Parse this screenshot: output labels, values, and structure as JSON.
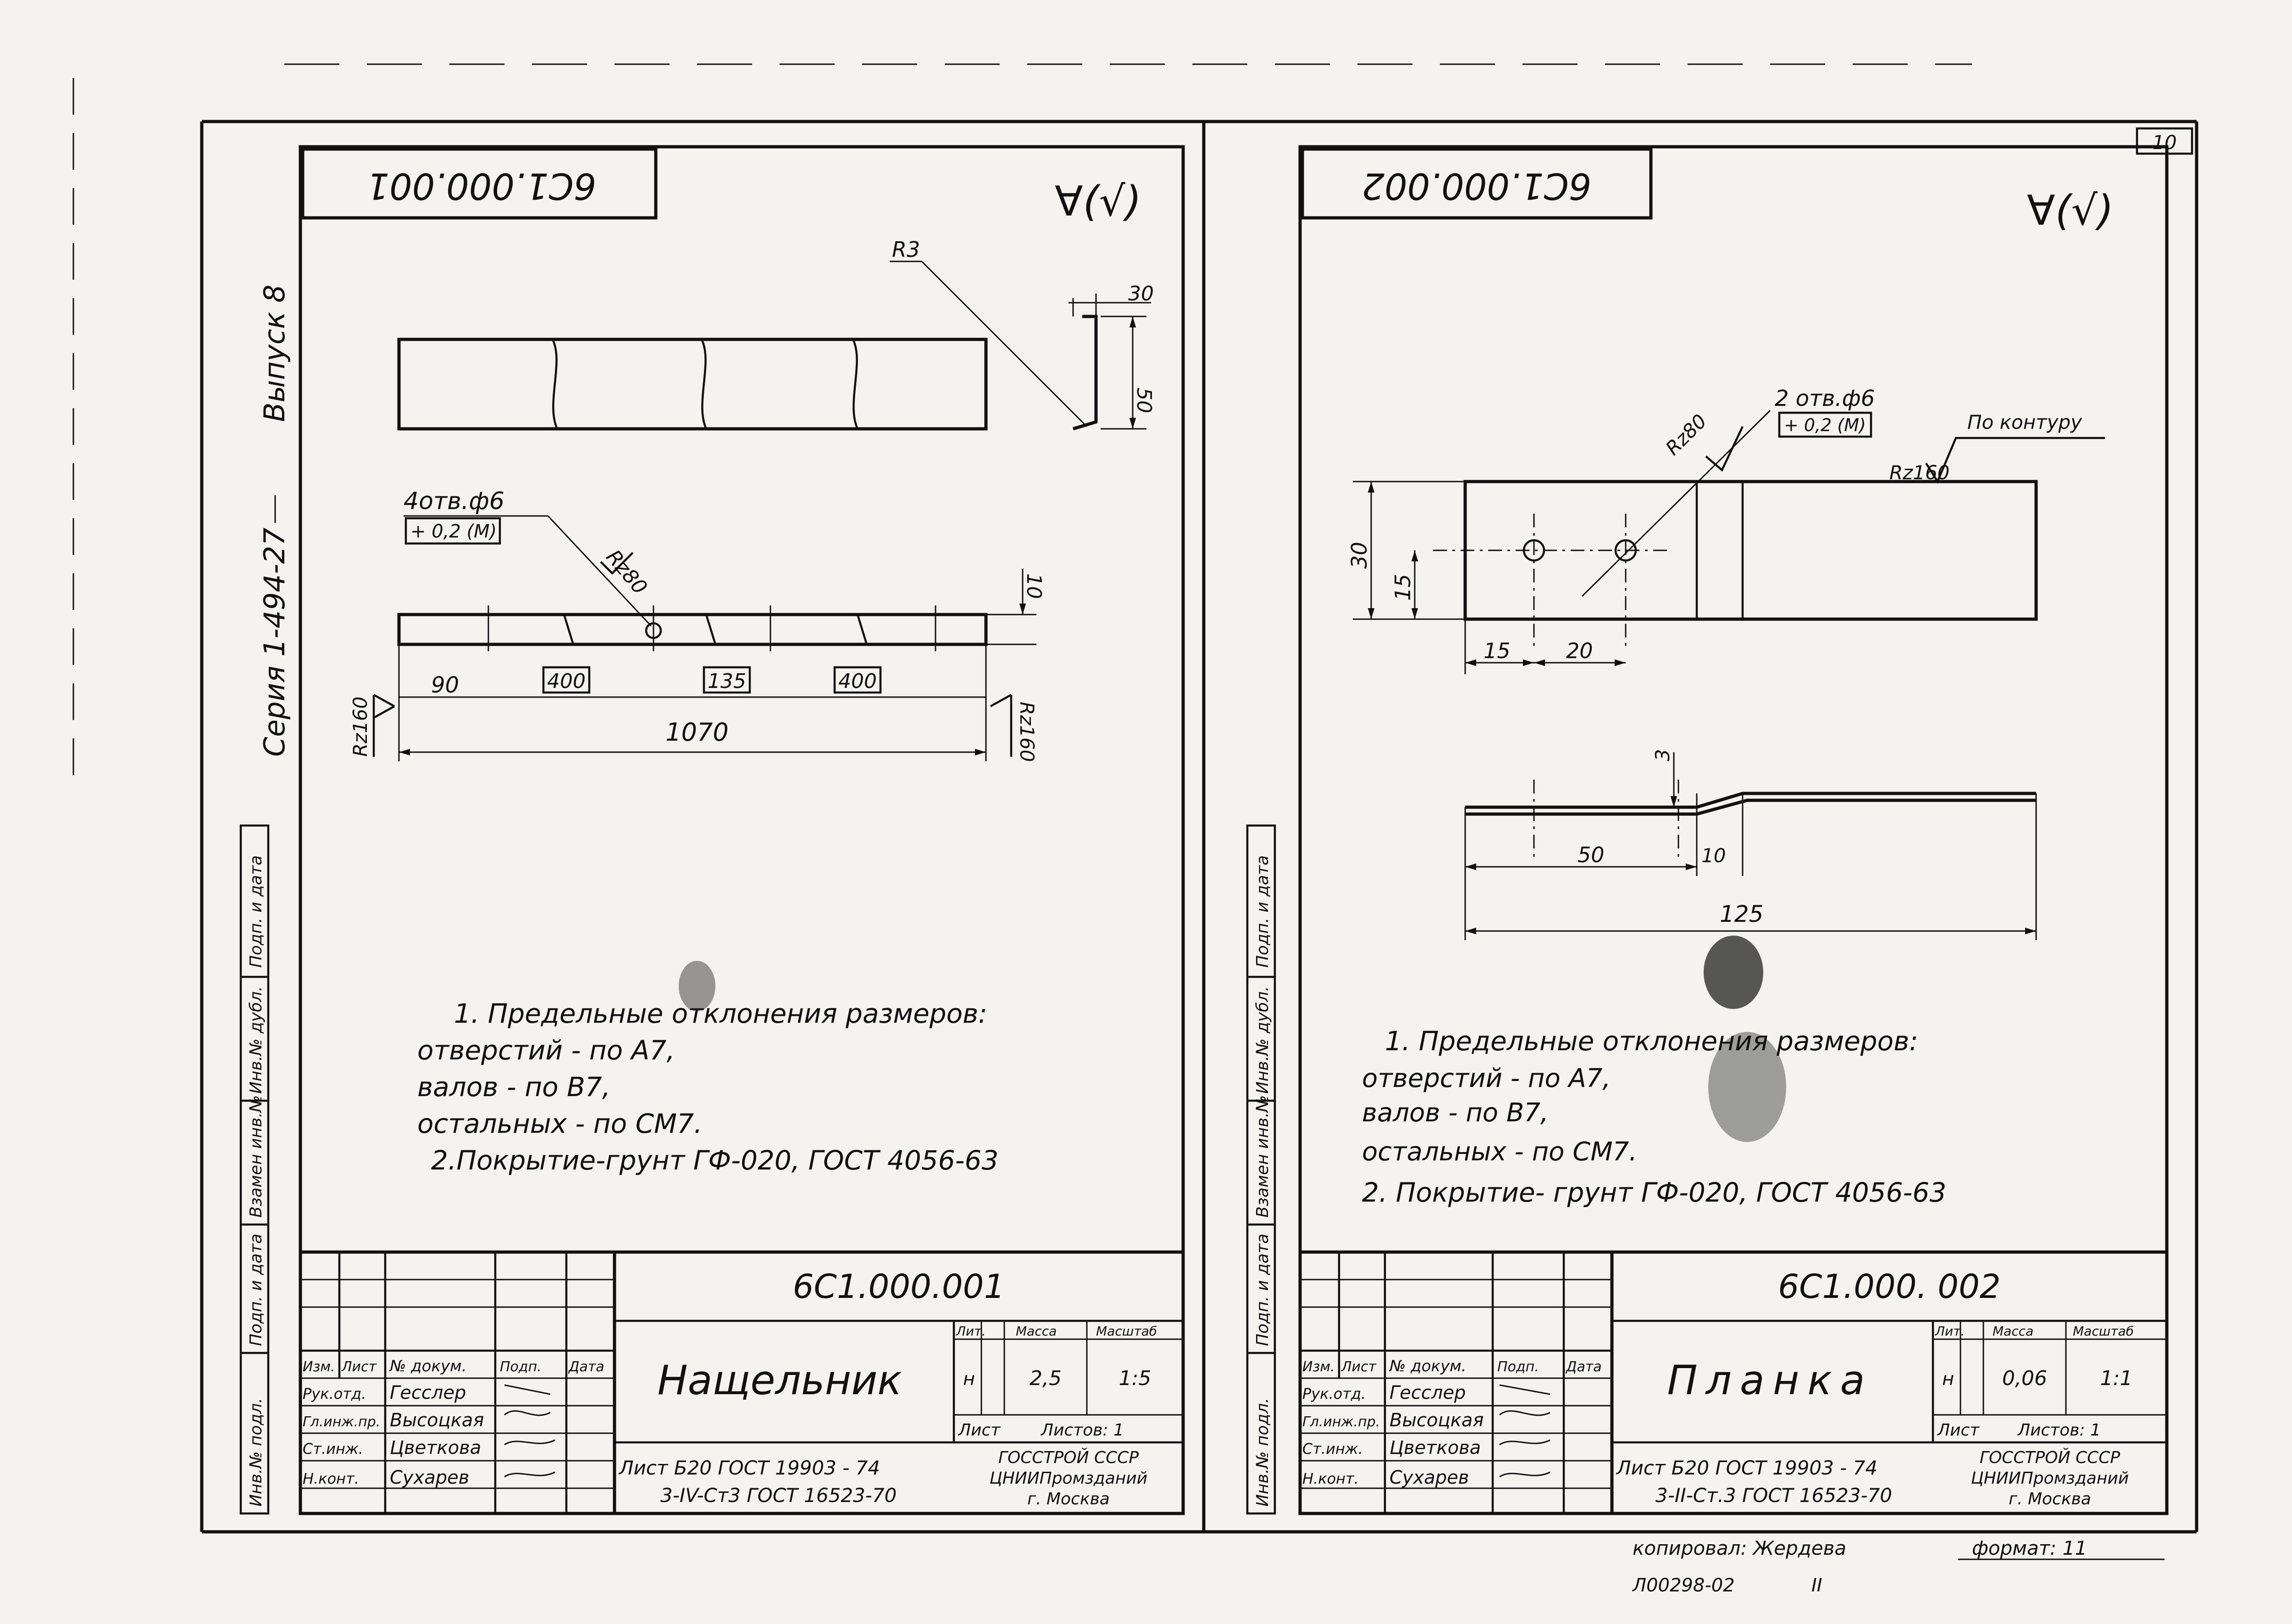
{
  "page_number": "10",
  "series_vertical": "Серия 1-494-27",
  "issue_vertical": "Выпуск 8",
  "side_stamp_labels": [
    "Подп. и дата",
    "Инв.№ дубл.",
    "Взамен инв.№",
    "Подп. и дата",
    "Инв.№ подл."
  ],
  "sheets": [
    {
      "id": "sheet-1",
      "mirror_code": "6С1.000.001",
      "roughness_symbol": "∀(√)",
      "views": {
        "radius_label": "R3",
        "dim_30": "30",
        "dim_50": "50",
        "holes_callout": "4отв.ф6",
        "holes_tolerance": "+ 0,2 (М)",
        "rz80": "Rz80",
        "dim_10": "10",
        "dim_90": "90",
        "dim_400a": "400",
        "dim_135": "135",
        "dim_400b": "400",
        "dim_1070": "1070",
        "rz160_left": "Rz160",
        "rz160_right": "Rz160"
      },
      "notes": [
        "1. Предельные  отклонения  размеров:",
        "отверстий     - по А7,",
        "валов           - по В7,",
        "остальных    - по СМ7.",
        "2.Покрытие-грунт  ГФ-020, ГОСТ 4056-63"
      ],
      "title_block": {
        "code": "6С1.000.001",
        "name": "Нащельник",
        "header_cols": [
          "Изм.",
          "Лист",
          "№ докум.",
          "Подп.",
          "Дата"
        ],
        "rows": [
          [
            "Рук.отд.",
            "Гесслер",
            "",
            ""
          ],
          [
            "Гл.инж.пр.",
            "Высоцкая",
            "",
            ""
          ],
          [
            "Ст.инж.",
            "Цветкова",
            "",
            ""
          ],
          [
            "",
            "",
            "",
            ""
          ],
          [
            "Н.конт.",
            "Сухарев",
            "",
            ""
          ]
        ],
        "lit_label": "Лит.",
        "mass_label": "Масса",
        "scale_label": "Масштаб",
        "lit_value": "н",
        "mass_value": "2,5",
        "scale_value": "1:5",
        "list_label": "Лист",
        "lists_label": "Листов: 1",
        "material_line1": "Лист  Б20 ГОСТ 19903 - 74",
        "material_line2": "3-IV-Ст3 ГОСТ 16523-70",
        "org1": "ГОССТРОЙ СССР",
        "org2": "ЦНИИПромзданий",
        "org3": "г. Москва"
      }
    },
    {
      "id": "sheet-2",
      "mirror_code": "6С1.000.002",
      "roughness_symbol": "∀(√)",
      "views": {
        "holes_callout": "2 отв.ф6",
        "holes_tolerance": "+ 0,2 (М)",
        "rz80": "Rz80",
        "rz160": "Rz160",
        "contour": "По контуру",
        "dim_30": "30",
        "dim_15v": "15",
        "dim_15": "15",
        "dim_20": "20",
        "dim_3": "3",
        "dim_50": "50",
        "dim_10": "10",
        "dim_125": "125"
      },
      "notes": [
        "1. Предельные  отклонения  размеров:",
        "отверстий   - по А7,",
        "валов          - по В7,",
        "остальных   - по СМ7.",
        "2. Покрытие- грунт  ГФ-020, ГОСТ 4056-63"
      ],
      "title_block": {
        "code": "6С1.000. 002",
        "name": "Планка",
        "header_cols": [
          "Изм.",
          "Лист",
          "№ докум.",
          "Подп.",
          "Дата"
        ],
        "rows": [
          [
            "Рук.отд.",
            "Гесслер",
            "",
            ""
          ],
          [
            "Гл.инж.пр.",
            "Высоцкая",
            "",
            ""
          ],
          [
            "Ст.инж.",
            "Цветкова",
            "",
            ""
          ],
          [
            "",
            "",
            "",
            ""
          ],
          [
            "Н.конт.",
            "Сухарев",
            "",
            ""
          ]
        ],
        "lit_label": "Лит.",
        "mass_label": "Масса",
        "scale_label": "Масштаб",
        "lit_value": "н",
        "mass_value": "0,06",
        "scale_value": "1:1",
        "list_label": "Лист",
        "lists_label": "Листов: 1",
        "material_line1": "Лист  Б20 ГОСТ 19903 - 74",
        "material_line2": "3-II-Ст.3 ГОСТ 16523-70",
        "org1": "ГОССТРОЙ СССР",
        "org2": "ЦНИИПромзданий",
        "org3": "г. Москва"
      }
    }
  ],
  "footer": {
    "copied_by": "копировал:  Жердева",
    "format": "формат: 11",
    "doc_number": "Л00298-02",
    "sheet_roman": "II"
  }
}
